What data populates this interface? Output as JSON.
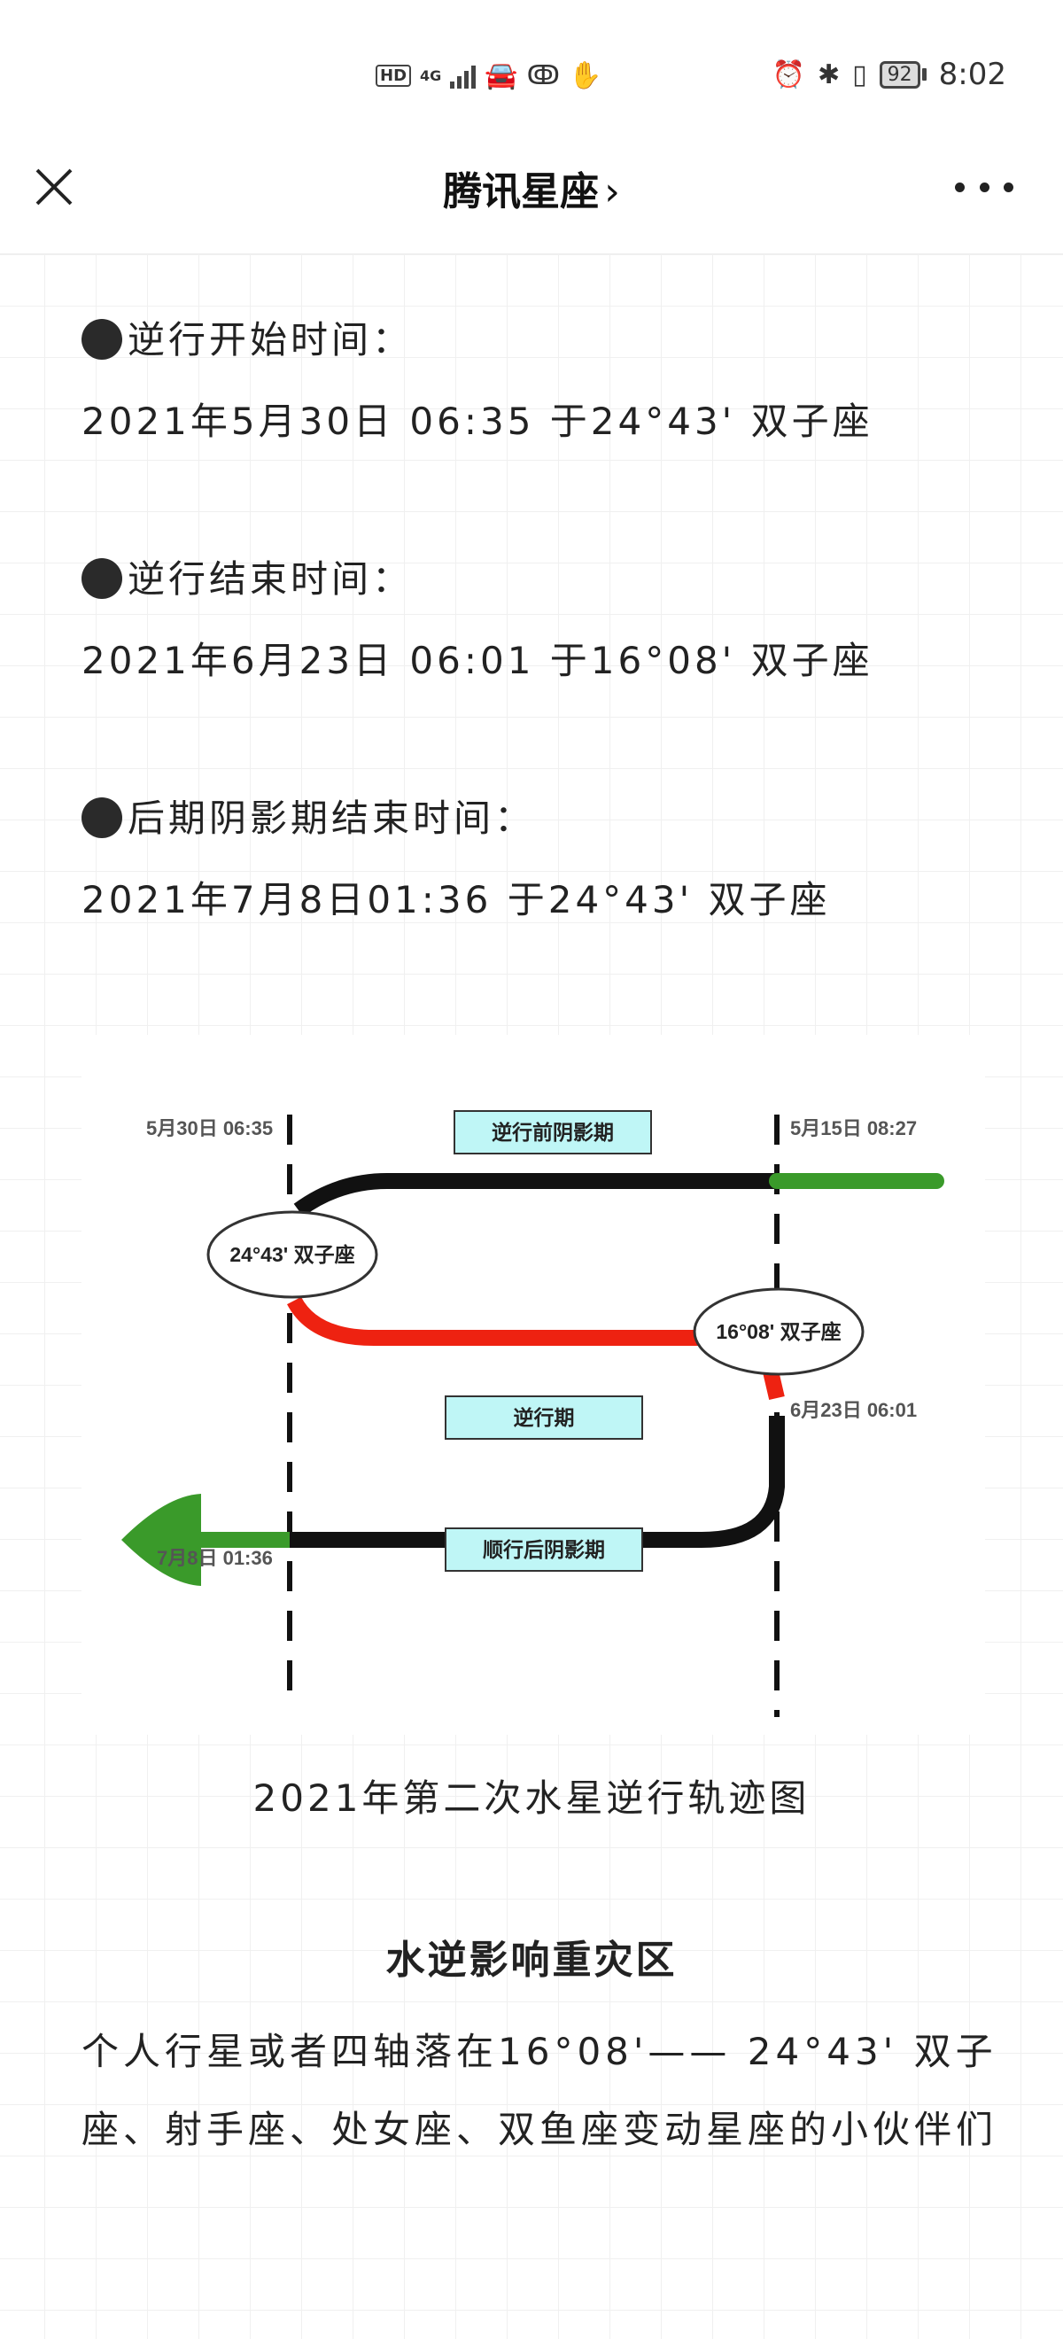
{
  "status_bar": {
    "hd": "HD",
    "network": "4G",
    "battery": "92",
    "time": "8:02"
  },
  "nav": {
    "title": "腾讯星座",
    "chevron": "›"
  },
  "article": {
    "items": [
      {
        "label": "逆行开始时间：",
        "value": "2021年5月30日 06:35 于24°43' 双子座"
      },
      {
        "label": "逆行结束时间：",
        "value": "2021年6月23日 06:01 于16°08' 双子座"
      },
      {
        "label": "后期阴影期结束时间：",
        "value": "2021年7月8日01:36 于24°43' 双子座"
      }
    ],
    "caption": "2021年第二次水星逆行轨迹图",
    "heading": "水逆影响重灾区",
    "paragraph": "个人行星或者四轴落在16°08'—— 24°43' 双子座、射手座、处女座、双鱼座变动星座的小伙伴们"
  },
  "diagram": {
    "date_start": "5月30日 06:35",
    "date_pre_shadow": "5月15日 08:27",
    "date_direct": "6月23日 06:01",
    "date_end": "7月8日 01:36",
    "degree_a": "24°43' 双子座",
    "degree_b": "16°08' 双子座",
    "box_pre_shadow": "逆行前阴影期",
    "box_retro": "逆行期",
    "box_post_shadow": "顺行后阴影期",
    "colors": {
      "black": "#111111",
      "red": "#ee2211",
      "green": "#3a9a2a",
      "box": "#bff6f6"
    }
  }
}
